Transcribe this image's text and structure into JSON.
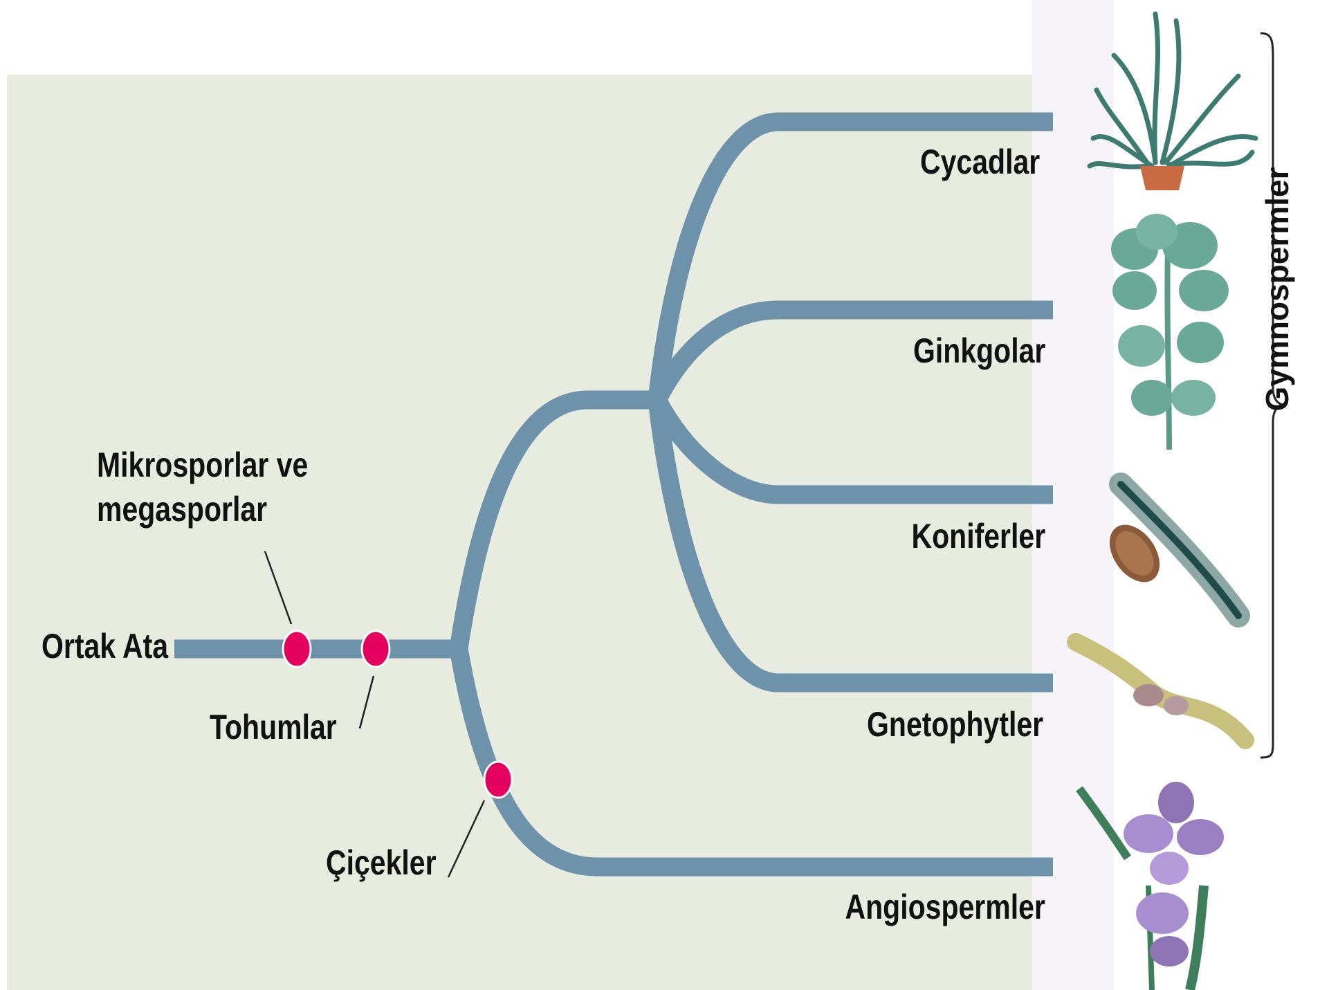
{
  "diagram": {
    "root_label": "Ortak Ata",
    "taxa": [
      "Cycadlar",
      "Ginkgolar",
      "Koniferler",
      "Gnetophytler",
      "Angiospermler"
    ],
    "traits": {
      "spores": "Mikrosporlar ve\nmegasporlar",
      "seeds": "Tohumlar",
      "flowers": "Çiçekler"
    },
    "group_label": "Gymnospermler"
  },
  "colors": {
    "background_panel": "#e7ebe0",
    "branch": "#6f92ab",
    "trait_marker": "#e4005f",
    "image_strip": "#f6f4f8"
  },
  "icons": [
    "cycad-plant-icon",
    "ginkgo-leaves-icon",
    "conifer-cone-icon",
    "gnetophyte-plant-icon",
    "iris-flower-icon"
  ]
}
